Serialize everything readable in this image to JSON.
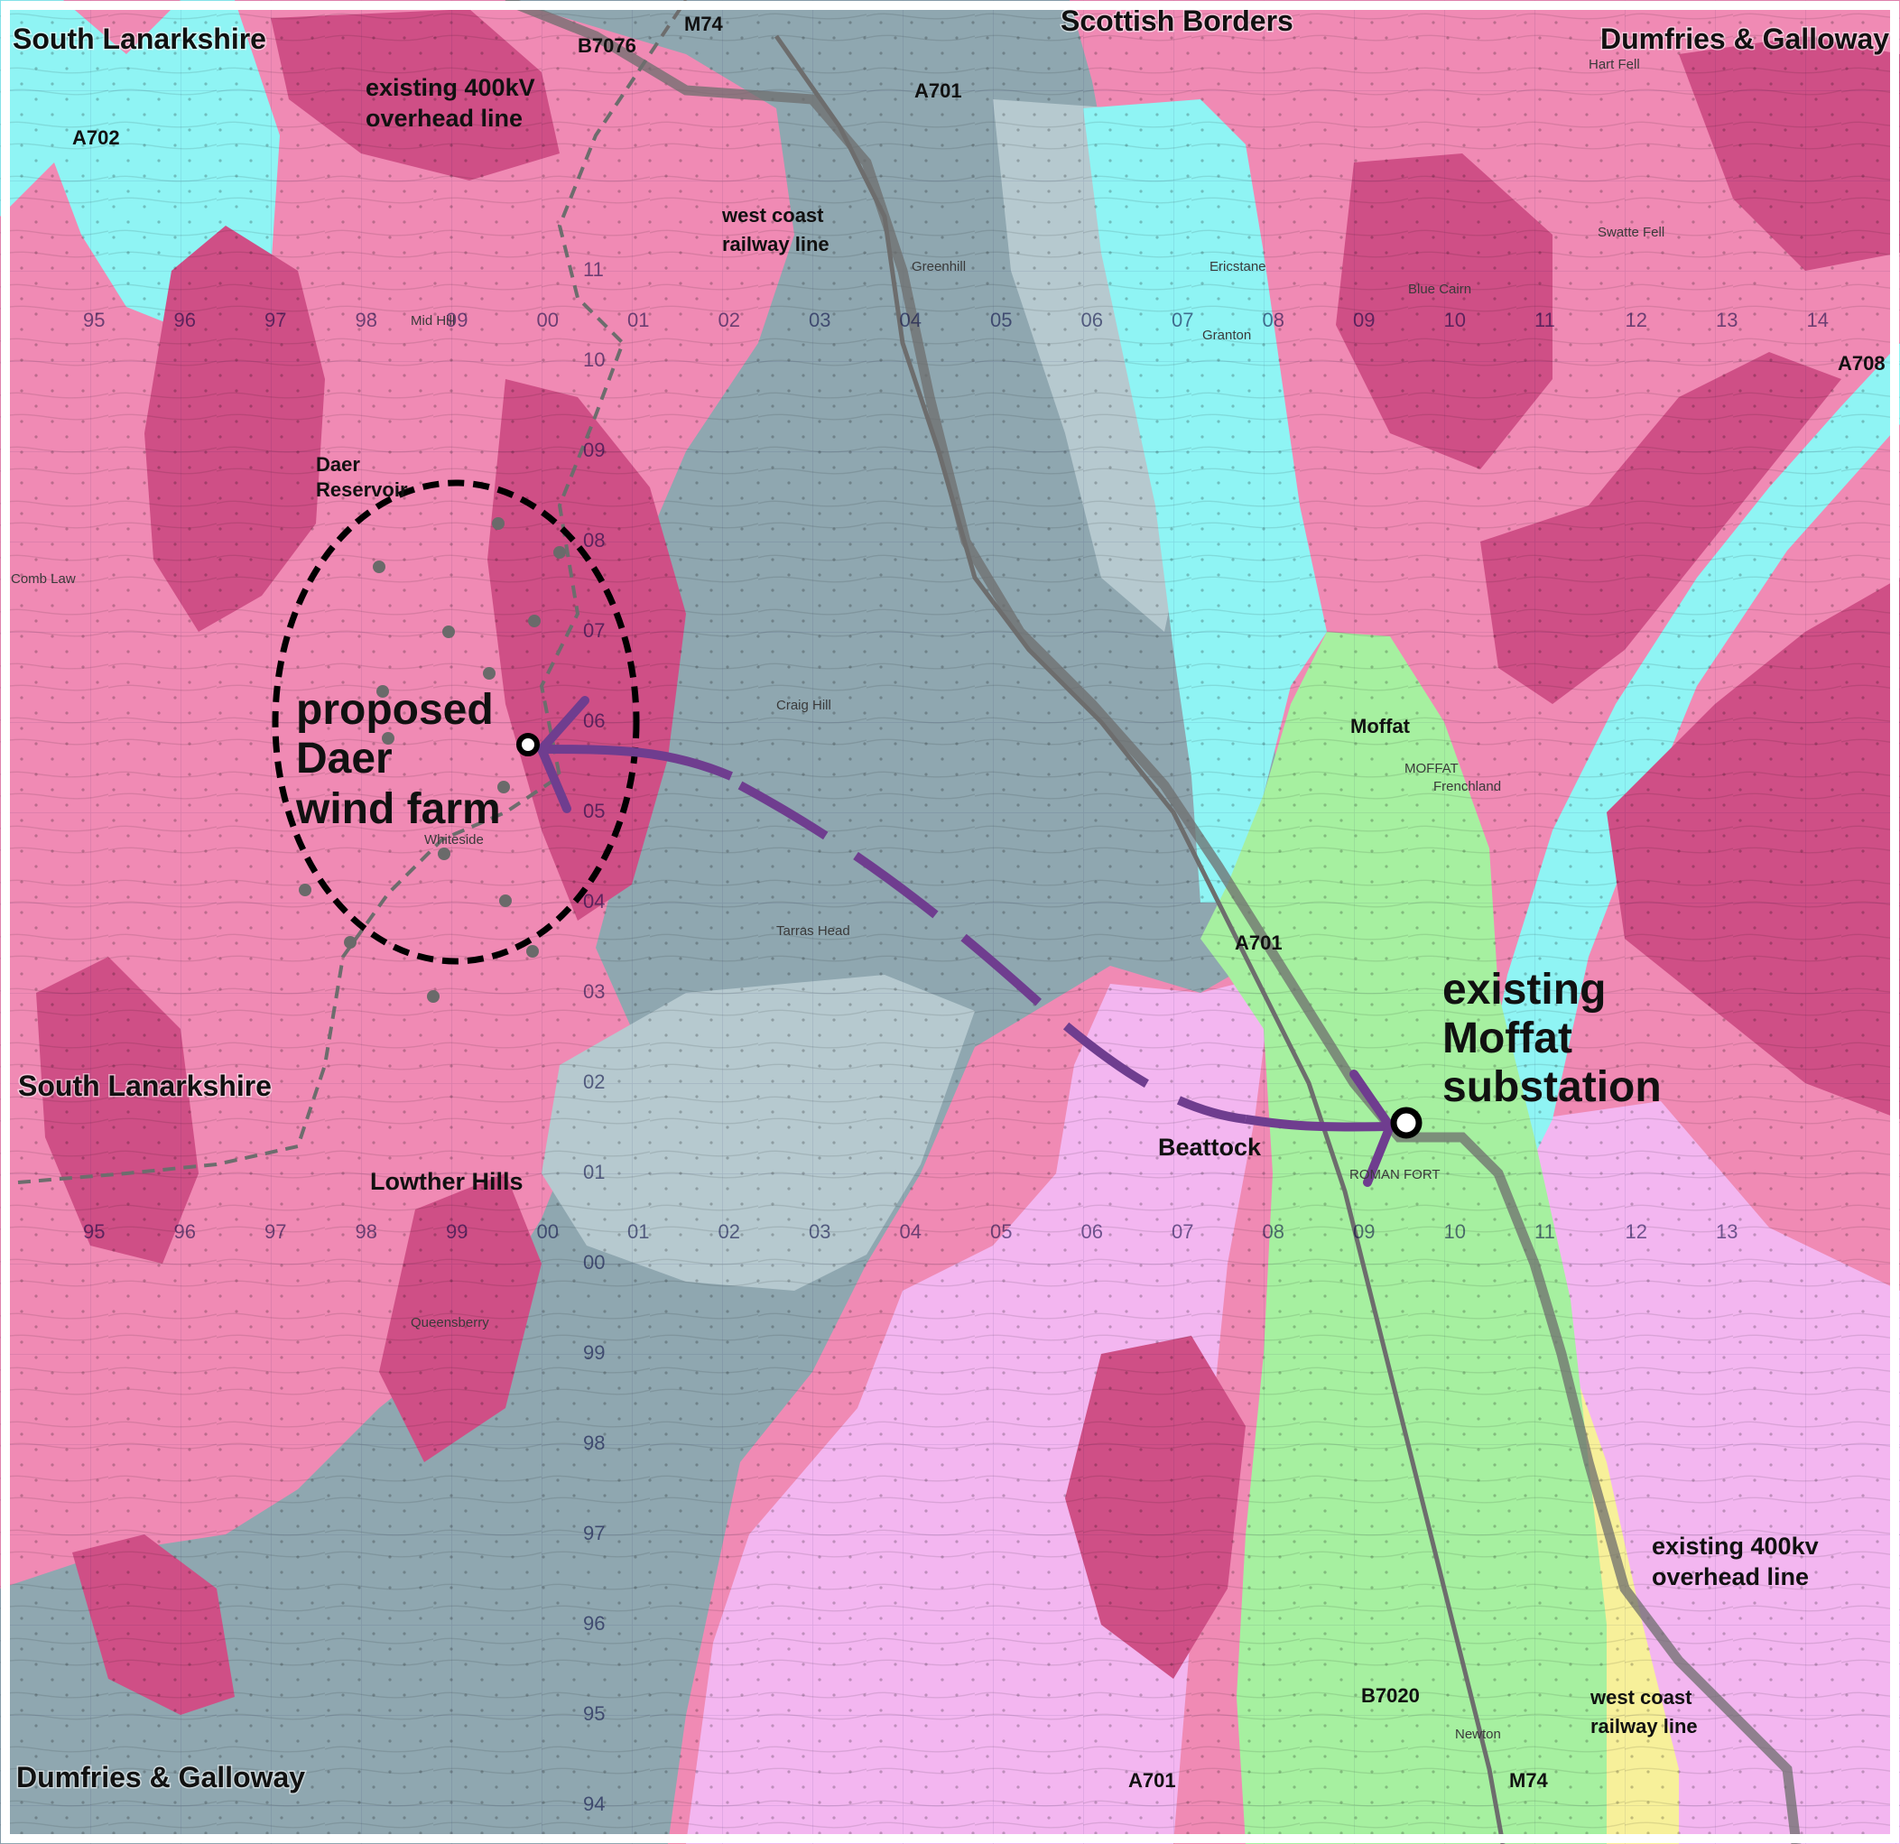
{
  "colors": {
    "upland": "#f08ab4",
    "upland_dark": "#cf4f86",
    "valley_grey": "#8fa7b0",
    "valley_grey_light": "#b6c9cf",
    "cyan": "#8ff4f4",
    "green": "#a6f0a0",
    "lilac": "#f3b6f0",
    "yellow": "#f7f09a",
    "purple_route": "#6f3d8f",
    "infrastructure": "#6d6d6d"
  },
  "labels": {
    "south_lanarkshire_top": "South Lanarkshire",
    "south_lanarkshire_mid": "South Lanarkshire",
    "scottish_borders": "Scottish Borders",
    "dumfries_top": "Dumfries & Galloway",
    "dumfries_bottom": "Dumfries & Galloway",
    "overhead_line_top_1": "existing 400kV",
    "overhead_line_top_2": "overhead line",
    "overhead_line_bottom_1": "existing 400kv",
    "overhead_line_bottom_2": "overhead line",
    "railway_top_1": "west coast",
    "railway_top_2": "railway line",
    "railway_bottom_1": "west coast",
    "railway_bottom_2": "railway line",
    "wind_farm_1": "proposed",
    "wind_farm_2": "Daer",
    "wind_farm_3": "wind farm",
    "substation_1": "existing",
    "substation_2": "Moffat",
    "substation_3": "substation",
    "daer_1": "Daer",
    "daer_2": "Reservoir",
    "moffat": "Moffat",
    "beattock": "Beattock",
    "lowther_hills": "Lowther Hills"
  },
  "roads": {
    "m74_top": "M74",
    "b7076": "B7076",
    "a701_top": "A701",
    "a702": "A702",
    "a708": "A708",
    "a701_mid": "A701",
    "b7020": "B7020",
    "a701_bottom": "A701",
    "m74_bottom": "M74"
  },
  "grid": {
    "top_row": [
      "95",
      "96",
      "97",
      "98",
      "99",
      "00",
      "01",
      "02",
      "03",
      "04",
      "05",
      "06",
      "07",
      "08",
      "09",
      "10",
      "11",
      "12",
      "13",
      "14"
    ],
    "bottom_row": [
      "95",
      "96",
      "97",
      "98",
      "99",
      "00",
      "01",
      "02",
      "03",
      "04",
      "05",
      "06",
      "07",
      "08",
      "09",
      "10",
      "11",
      "12",
      "13"
    ],
    "left_col": [
      "11",
      "10",
      "09",
      "08",
      "07",
      "06",
      "05",
      "04",
      "03",
      "02",
      "01",
      "00",
      "99",
      "98",
      "97",
      "96",
      "95",
      "94"
    ]
  },
  "features": {
    "mid_hill": "Mid Hill",
    "whiteside": "Whiteside",
    "comb_law": "Comb Law",
    "queensberry": "Queensberry",
    "hart_fell": "Hart Fell",
    "blue_cairn": "Blue Cairn",
    "swatte_fell": "Swatte Fell",
    "greenhill": "Greenhill",
    "craig_hill": "Craig Hill",
    "tarras_head": "Tarras Head",
    "ericstane": "Ericstane",
    "frenchland": "Frenchland",
    "newton": "Newton",
    "granton": "Granton",
    "roman_fort": "ROMAN FORT",
    "moffat_caps": "MOFFAT"
  }
}
